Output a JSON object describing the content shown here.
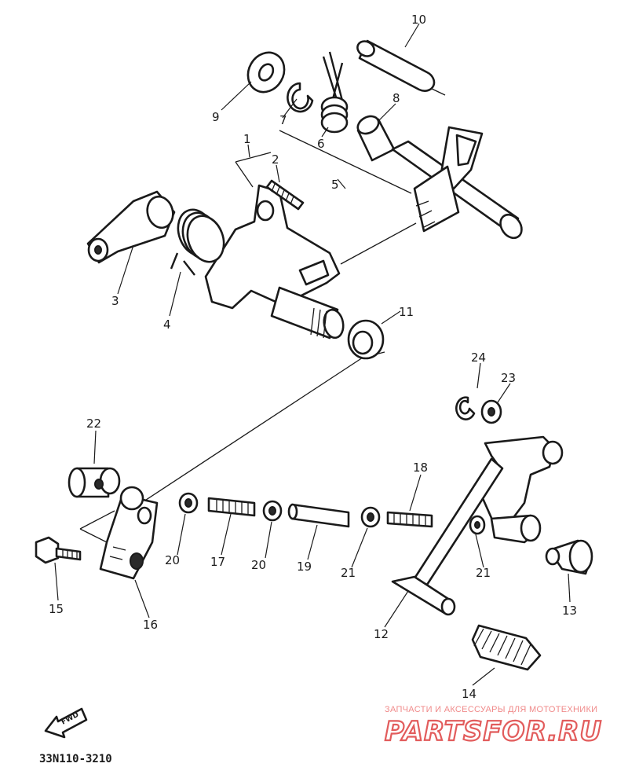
{
  "diagram": {
    "callouts": [
      "1",
      "2",
      "3",
      "4",
      "5",
      "6",
      "7",
      "8",
      "9",
      "10",
      "11",
      "12",
      "13",
      "14",
      "15",
      "16",
      "17",
      "18",
      "19",
      "20",
      "20",
      "21",
      "21",
      "22",
      "23",
      "24"
    ],
    "fwd_label": "FWD",
    "part_code": "33N110-3210"
  },
  "watermark": {
    "tagline": "ЗАПЧАСТИ И АКСЕССУАРЫ ДЛЯ МОТОТЕХНИКИ",
    "logo": "PARTSFOR.RU",
    "color": "#e25c5c"
  }
}
